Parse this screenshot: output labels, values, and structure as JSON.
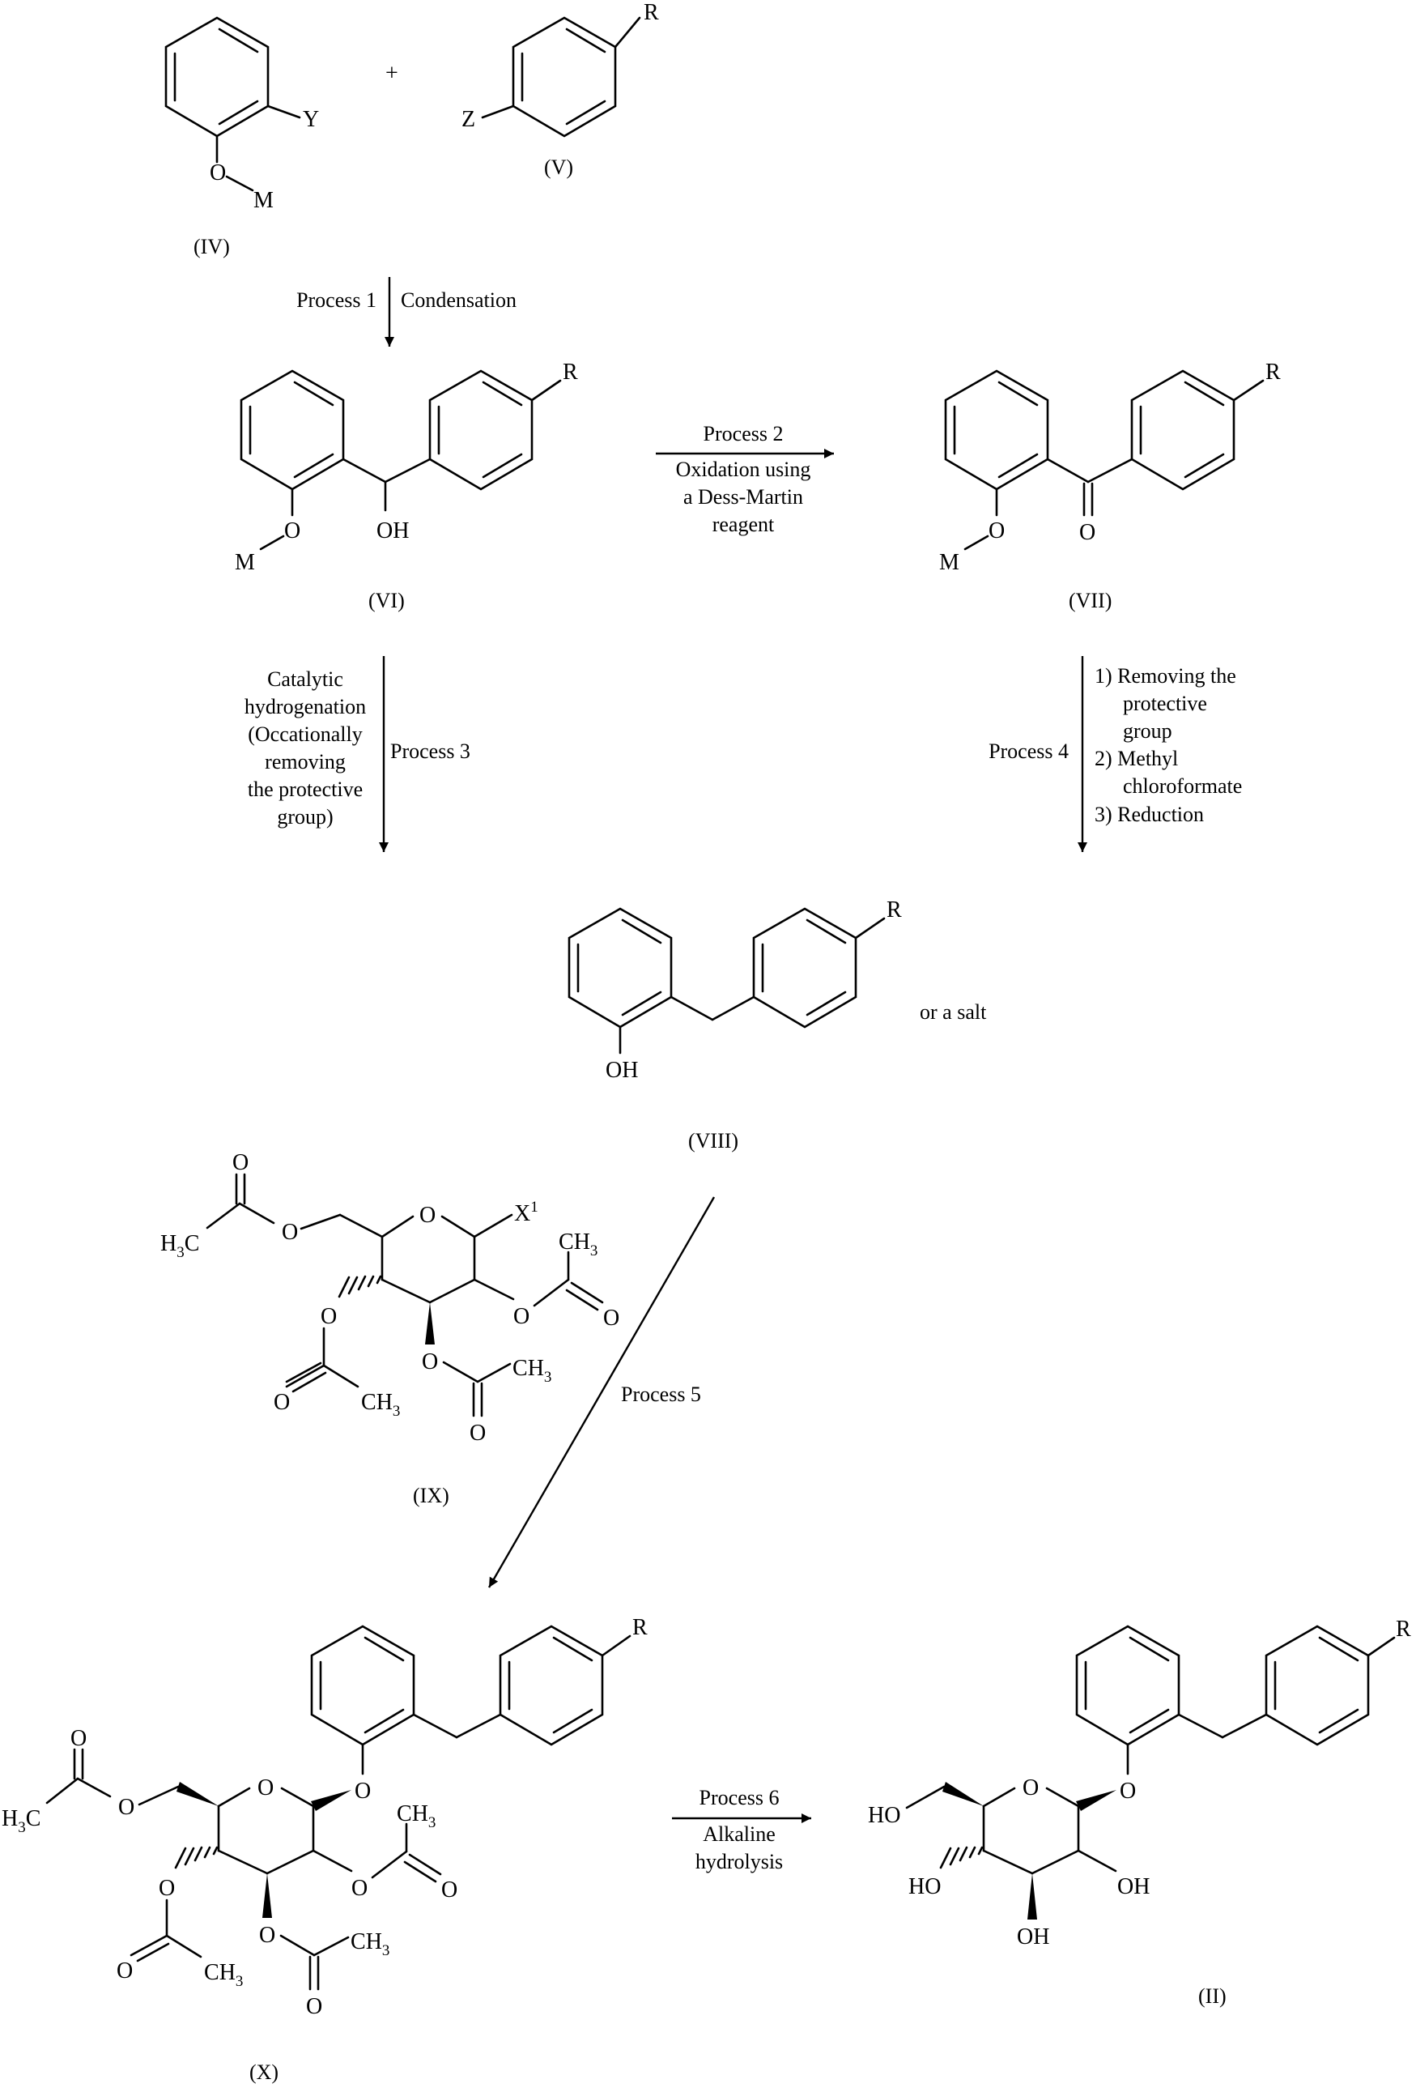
{
  "compounds": {
    "IV": {
      "label": "(IV)",
      "atoms": {
        "Y": "Y",
        "O": "O",
        "M": "M"
      }
    },
    "V": {
      "label": "(V)",
      "atoms": {
        "Z": "Z",
        "R": "R"
      }
    },
    "VI": {
      "label": "(VI)",
      "atoms": {
        "R": "R",
        "O": "O",
        "M": "M",
        "OH": "OH"
      }
    },
    "VII": {
      "label": "(VII)",
      "atoms": {
        "R": "R",
        "O": "O",
        "M": "M",
        "CO": "O"
      }
    },
    "VIII": {
      "label": "(VIII)",
      "atoms": {
        "R": "R",
        "OH": "OH"
      },
      "note": "or a salt"
    },
    "IX": {
      "label": "(IX)",
      "atoms": {
        "O": "O",
        "X": "X",
        "X_sup": "1",
        "C": "C",
        "H": "H",
        "H3": "3",
        "Hsub": "3"
      }
    },
    "X": {
      "label": "(X)",
      "atoms": {
        "R": "R",
        "O": "O"
      }
    },
    "II": {
      "label": "(II)",
      "atoms": {
        "R": "R",
        "O": "O",
        "OH": "OH",
        "HO": "HO"
      }
    }
  },
  "plus": "+",
  "processes": {
    "p1": {
      "name": "Process 1",
      "desc": "Condensation"
    },
    "p2": {
      "name": "Process 2",
      "desc": [
        "Oxidation using",
        "a Dess-Martin",
        "reagent"
      ]
    },
    "p3": {
      "name": "Process 3",
      "desc": [
        "Catalytic",
        "hydrogenation",
        "(Occationally",
        "removing",
        "the protective",
        "group)"
      ]
    },
    "p4": {
      "name": "Process 4",
      "desc": [
        "1) Removing the",
        "protective",
        "group",
        "2) Methyl",
        "chloroformate",
        "3) Reduction"
      ]
    },
    "p5": {
      "name": "Process 5"
    },
    "p6": {
      "name": "Process 6",
      "desc": [
        "Alkaline",
        "hydrolysis"
      ]
    }
  }
}
